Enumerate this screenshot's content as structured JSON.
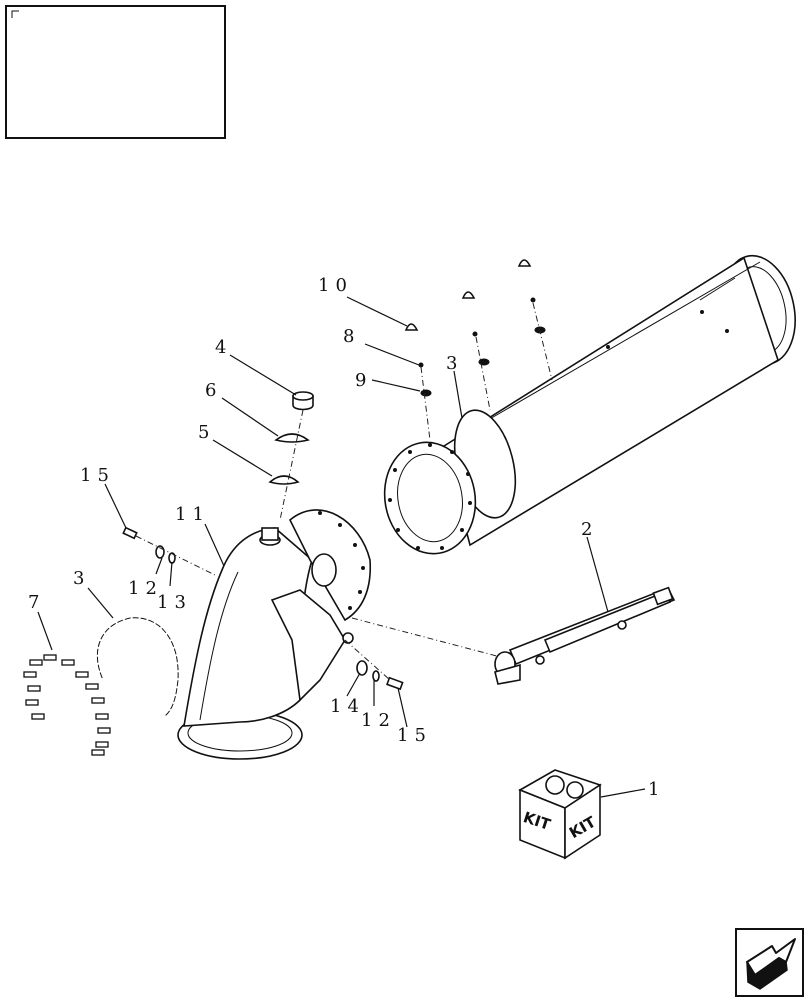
{
  "callouts": {
    "c1": "1",
    "c2": "2",
    "c3a": "3",
    "c3b": "3",
    "c4": "4",
    "c5": "5",
    "c6": "6",
    "c7": "7",
    "c8": "8",
    "c9": "9",
    "c10": "10",
    "c11": "11",
    "c12a": "12",
    "c12b": "12",
    "c13": "13",
    "c14": "14",
    "c15a": "15",
    "c15b": "15"
  },
  "kit_box": {
    "face_left": "KIT",
    "face_right": "KIT"
  },
  "icons": [
    "corner-mark-icon",
    "next-page-arrow-icon"
  ]
}
